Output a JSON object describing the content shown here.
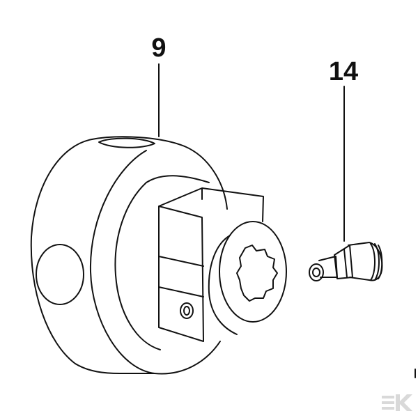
{
  "diagram": {
    "type": "exploded-parts-view",
    "callouts": [
      {
        "id": "9",
        "label": "9",
        "part": "shaft-coupling-hub"
      },
      {
        "id": "14",
        "label": "14",
        "part": "grease-nipple"
      }
    ],
    "line_color": "#111111",
    "background": "#ffffff",
    "watermark_color": "#d9d9d9"
  }
}
